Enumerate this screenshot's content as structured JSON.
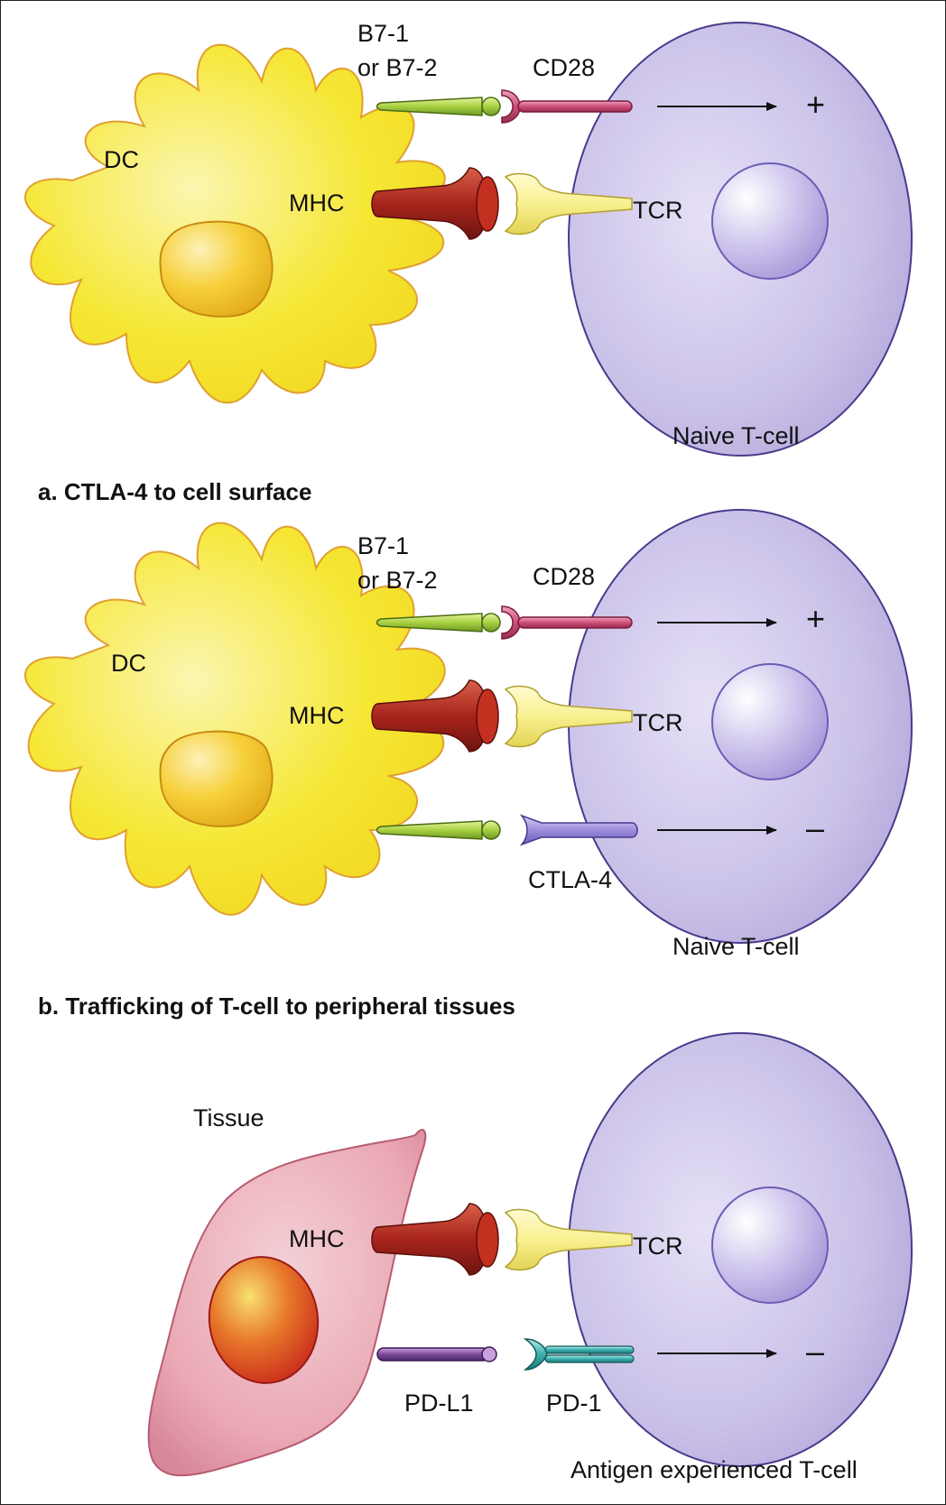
{
  "panel_a": {
    "heading": "a. CTLA-4 to cell surface",
    "dc_label": "DC",
    "b7_label_line1": "B7-1",
    "b7_label_line2": "or B7-2",
    "cd28_label": "CD28",
    "mhc_label": "MHC",
    "tcr_label": "TCR",
    "tcell_label": "Naive T-cell",
    "cd28_sign": "+"
  },
  "panel_b": {
    "heading": "b. Trafficking of T-cell to peripheral tissues",
    "dc_label": "DC",
    "b7_label_line1": "B7-1",
    "b7_label_line2": "or B7-2",
    "cd28_label": "CD28",
    "mhc_label": "MHC",
    "tcr_label": "TCR",
    "ctla4_label": "CTLA-4",
    "tcell_label": "Naive T-cell",
    "cd28_sign": "+",
    "ctla4_sign": "–"
  },
  "panel_c": {
    "tissue_label": "Tissue",
    "mhc_label": "MHC",
    "tcr_label": "TCR",
    "pdl1_label": "PD-L1",
    "pd1_label": "PD-1",
    "tcell_label": "Antigen experienced T-cell",
    "pd1_sign": "–"
  },
  "colors": {
    "dc_fill": "#f6e734",
    "dc_nucleus": "#f3c31c",
    "tcell_fill": "#c9c0e6",
    "tcell_nucleus": "#b3a8de",
    "tissue_fill": "#e8a2b0",
    "tissue_nucleus": "#d3361c",
    "b7_green": "#9ccd3c",
    "cd28_pink": "#c84e74",
    "mhc_red": "#a8241c",
    "tcr_yellow": "#f6ee84",
    "ctla4_purple": "#9b8ad8",
    "pdl1_purple": "#7a4a9a",
    "pd1_teal": "#3aaeae"
  }
}
